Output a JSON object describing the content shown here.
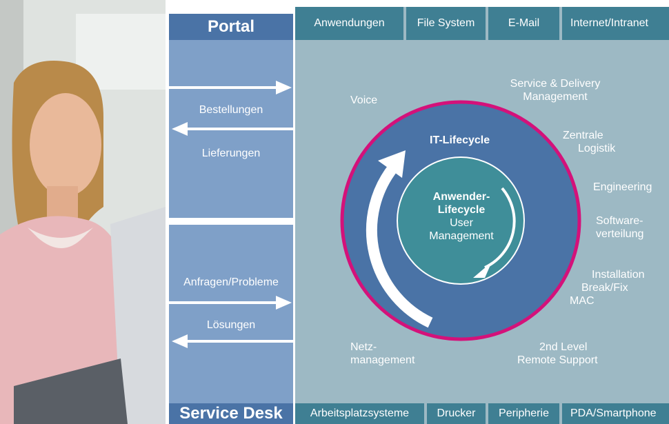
{
  "portal_title": "Portal",
  "service_desk_title": "Service Desk",
  "portal_arrows": {
    "bestellungen": "Bestellungen",
    "lieferungen": "Lieferungen"
  },
  "desk_arrows": {
    "anfragen": "Anfragen/Probleme",
    "loesungen": "Lösungen"
  },
  "top_tabs": [
    "Anwendungen",
    "File System",
    "E-Mail",
    "Internet/Intranet"
  ],
  "bottom_tabs": [
    "Arbeitsplatzsysteme",
    "Drucker",
    "Peripherie",
    "PDA/Smartphone"
  ],
  "labels": {
    "voice": "Voice",
    "service_delivery": [
      "Service & Delivery",
      "Management"
    ],
    "zentrale_logistik": [
      "Zentrale",
      "Logistik"
    ],
    "engineering": "Engineering",
    "software_verteilung": [
      "Software-",
      "verteilung"
    ],
    "installation": [
      "Installation",
      "Break/Fix",
      "MAC"
    ],
    "second_level": [
      "2nd Level",
      "Remote Support"
    ],
    "netzmanagement": [
      "Netz-",
      "management"
    ]
  },
  "circle": {
    "it_lifecycle": "IT-Lifecycle",
    "anwender_lifecycle": [
      "Anwender-",
      "Lifecycle"
    ],
    "user_management": [
      "User",
      "Management"
    ]
  },
  "colors": {
    "outer_ring": "#d4117a",
    "outer_circle": "#4a73a6",
    "inner_circle": "#3f8e99",
    "header_blue": "#4a73a6",
    "tab_teal": "#3f7f93",
    "panel_light_blue": "#7fa0c8",
    "panel_teal": "#9db9c4"
  }
}
